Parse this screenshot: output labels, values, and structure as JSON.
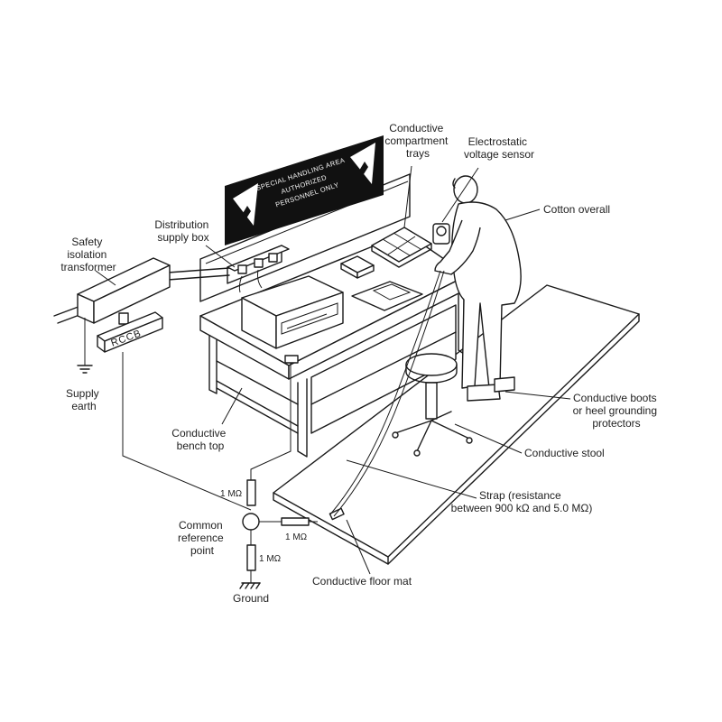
{
  "sign": {
    "line1": "SPECIAL HANDLING AREA",
    "line2": "AUTHORIZED",
    "line3": "PERSONNEL ONLY"
  },
  "rccb_text": "RCCB",
  "labels": {
    "safety_transformer": [
      "Safety",
      "isolation",
      "transformer"
    ],
    "distribution_box": [
      "Distribution",
      "supply box"
    ],
    "compartment_trays": [
      "Conductive",
      "compartment",
      "trays"
    ],
    "voltage_sensor": [
      "Electrostatic",
      "voltage sensor"
    ],
    "cotton_overall": [
      "Cotton overall"
    ],
    "supply_earth": [
      "Supply",
      "earth"
    ],
    "bench_top": [
      "Conductive",
      "bench top"
    ],
    "boots": [
      "Conductive boots",
      "or heel grounding",
      "protectors"
    ],
    "stool": [
      "Conductive stool"
    ],
    "strap": [
      "Strap (resistance",
      "between 900 kΩ and 5.0 MΩ)"
    ],
    "common_point": [
      "Common",
      "reference",
      "point"
    ],
    "ground": [
      "Ground"
    ],
    "floor_mat": [
      "Conductive floor mat"
    ]
  },
  "resistors": {
    "bench": "1 MΩ",
    "mat": "1 MΩ",
    "ground": "1 MΩ"
  }
}
